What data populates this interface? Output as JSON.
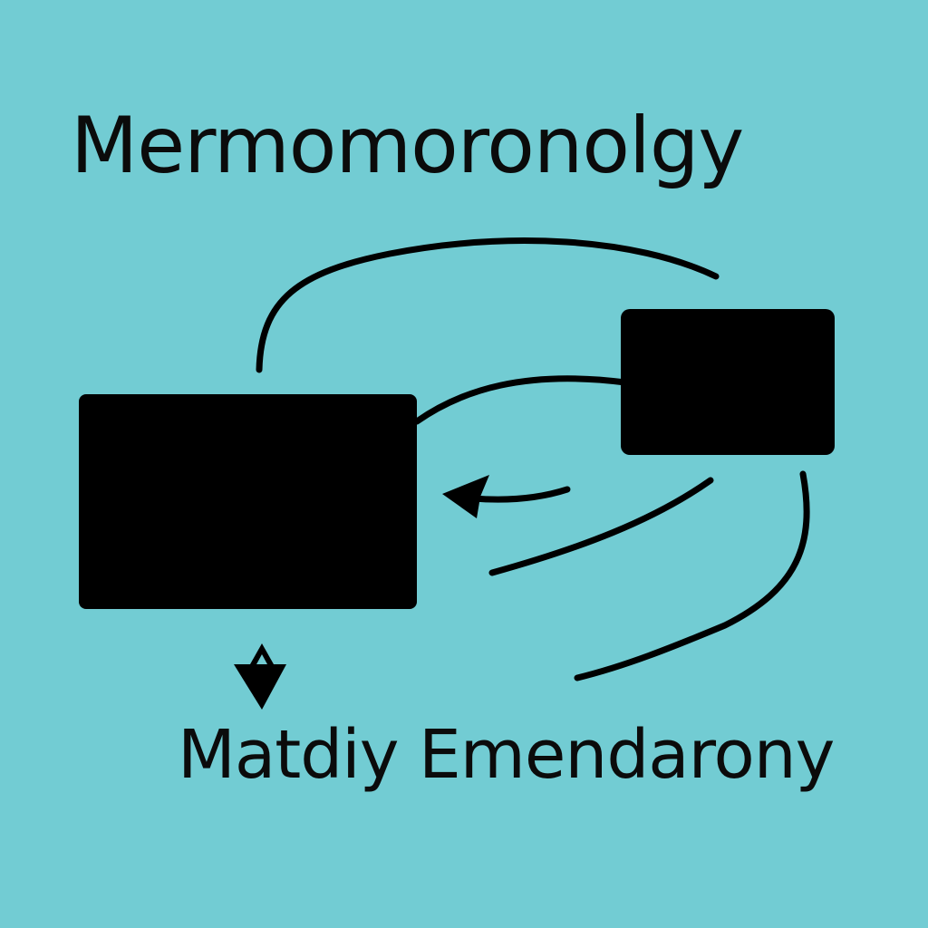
{
  "diagram": {
    "title": "Mermomoronolgy",
    "subtitle": "Matdiy Emendarony",
    "background_color": "#72ccd3",
    "ink_color": "#000000",
    "nodes": [
      {
        "id": "large-box",
        "label": ""
      },
      {
        "id": "small-box",
        "label": ""
      }
    ],
    "icons": [
      "arrow-left-icon",
      "arrow-down-icon"
    ]
  }
}
